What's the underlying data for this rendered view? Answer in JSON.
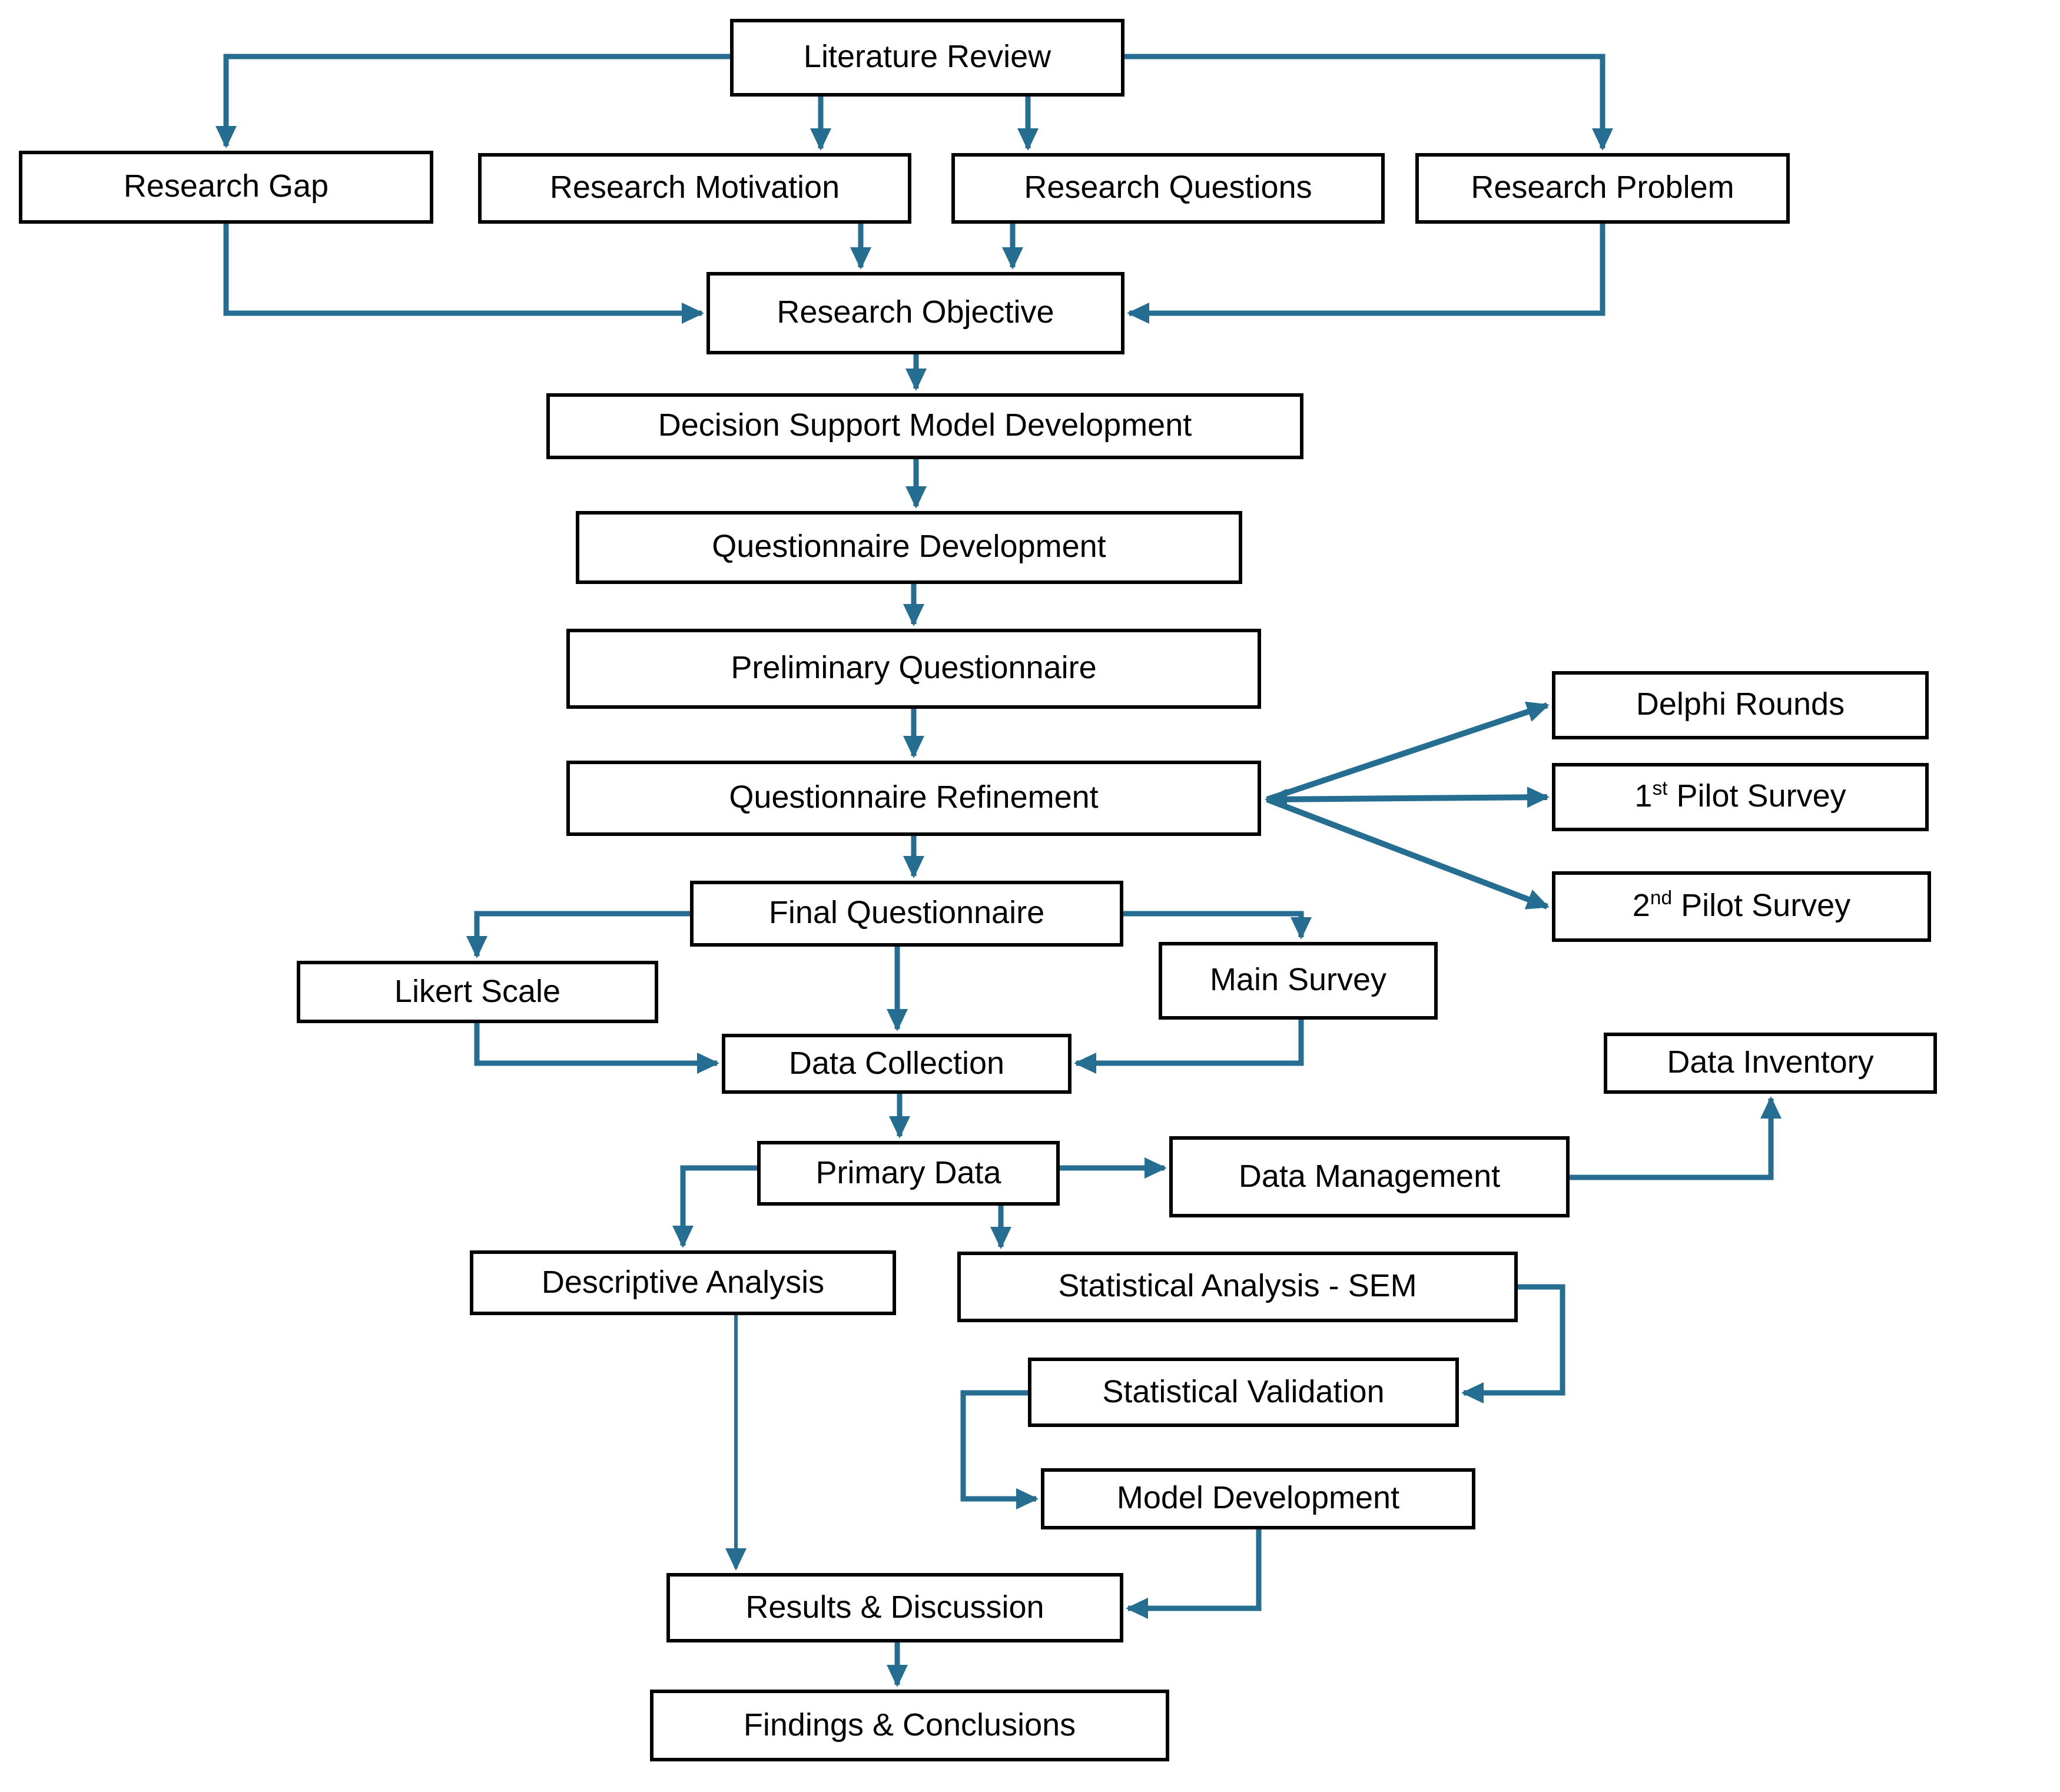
{
  "theme": {
    "arrow_color": "#266E91",
    "box_border_color": "#000000",
    "box_fill": "#FFFFFF",
    "text_color": "#000000"
  },
  "nodes": {
    "literature_review": {
      "label": "Literature Review"
    },
    "research_gap": {
      "label": "Research Gap"
    },
    "research_motivation": {
      "label": "Research Motivation"
    },
    "research_questions": {
      "label": "Research Questions"
    },
    "research_problem": {
      "label": "Research Problem"
    },
    "research_objective": {
      "label": "Research Objective"
    },
    "decision_support": {
      "label": "Decision Support Model Development"
    },
    "questionnaire_development": {
      "label": "Questionnaire Development"
    },
    "preliminary_questionnaire": {
      "label": "Preliminary Questionnaire"
    },
    "questionnaire_refinement": {
      "label": "Questionnaire Refinement"
    },
    "delphi_rounds": {
      "label": "Delphi Rounds"
    },
    "pilot_survey_1": {
      "label": "1st Pilot Survey",
      "pre": "1",
      "sup": "st",
      "post": " Pilot Survey"
    },
    "pilot_survey_2": {
      "label": "2nd Pilot Survey",
      "pre": "2",
      "sup": "nd",
      "post": " Pilot Survey"
    },
    "final_questionnaire": {
      "label": "Final Questionnaire"
    },
    "likert_scale": {
      "label": "Likert Scale"
    },
    "main_survey": {
      "label": "Main Survey"
    },
    "data_collection": {
      "label": "Data Collection"
    },
    "primary_data": {
      "label": "Primary Data"
    },
    "data_management": {
      "label": "Data Management"
    },
    "data_inventory": {
      "label": "Data Inventory"
    },
    "descriptive_analysis": {
      "label": "Descriptive Analysis"
    },
    "statistical_analysis": {
      "label": "Statistical Analysis - SEM"
    },
    "statistical_validation": {
      "label": "Statistical Validation"
    },
    "model_development": {
      "label": "Model Development"
    },
    "results_discussion": {
      "label": "Results & Discussion"
    },
    "findings_conclusions": {
      "label": "Findings & Conclusions"
    }
  },
  "edges": [
    {
      "from": "literature_review",
      "to": "research_gap",
      "heads": "end"
    },
    {
      "from": "literature_review",
      "to": "research_motivation",
      "heads": "end"
    },
    {
      "from": "literature_review",
      "to": "research_questions",
      "heads": "end"
    },
    {
      "from": "literature_review",
      "to": "research_problem",
      "heads": "end"
    },
    {
      "from": "research_gap",
      "to": "research_objective",
      "heads": "end"
    },
    {
      "from": "research_motivation",
      "to": "research_objective",
      "heads": "end"
    },
    {
      "from": "research_questions",
      "to": "research_objective",
      "heads": "end"
    },
    {
      "from": "research_problem",
      "to": "research_objective",
      "heads": "end"
    },
    {
      "from": "research_objective",
      "to": "decision_support",
      "heads": "end"
    },
    {
      "from": "decision_support",
      "to": "questionnaire_development",
      "heads": "end"
    },
    {
      "from": "questionnaire_development",
      "to": "preliminary_questionnaire",
      "heads": "end"
    },
    {
      "from": "preliminary_questionnaire",
      "to": "questionnaire_refinement",
      "heads": "end"
    },
    {
      "from": "questionnaire_refinement",
      "to": "final_questionnaire",
      "heads": "end"
    },
    {
      "from": "questionnaire_refinement",
      "to": "delphi_rounds",
      "heads": "end"
    },
    {
      "from": "questionnaire_refinement",
      "to": "pilot_survey_1",
      "heads": "both"
    },
    {
      "from": "questionnaire_refinement",
      "to": "pilot_survey_2",
      "heads": "end"
    },
    {
      "from": "final_questionnaire",
      "to": "likert_scale",
      "heads": "end"
    },
    {
      "from": "final_questionnaire",
      "to": "data_collection",
      "heads": "end"
    },
    {
      "from": "final_questionnaire",
      "to": "main_survey",
      "heads": "end"
    },
    {
      "from": "likert_scale",
      "to": "data_collection",
      "heads": "end"
    },
    {
      "from": "main_survey",
      "to": "data_collection",
      "heads": "end"
    },
    {
      "from": "data_collection",
      "to": "primary_data",
      "heads": "end"
    },
    {
      "from": "primary_data",
      "to": "descriptive_analysis",
      "heads": "end"
    },
    {
      "from": "primary_data",
      "to": "statistical_analysis",
      "heads": "end"
    },
    {
      "from": "primary_data",
      "to": "data_management",
      "heads": "end"
    },
    {
      "from": "data_management",
      "to": "data_inventory",
      "heads": "end"
    },
    {
      "from": "statistical_analysis",
      "to": "statistical_validation",
      "heads": "end"
    },
    {
      "from": "statistical_validation",
      "to": "model_development",
      "heads": "end"
    },
    {
      "from": "model_development",
      "to": "results_discussion",
      "heads": "end"
    },
    {
      "from": "descriptive_analysis",
      "to": "results_discussion",
      "heads": "end"
    },
    {
      "from": "results_discussion",
      "to": "findings_conclusions",
      "heads": "end"
    }
  ]
}
